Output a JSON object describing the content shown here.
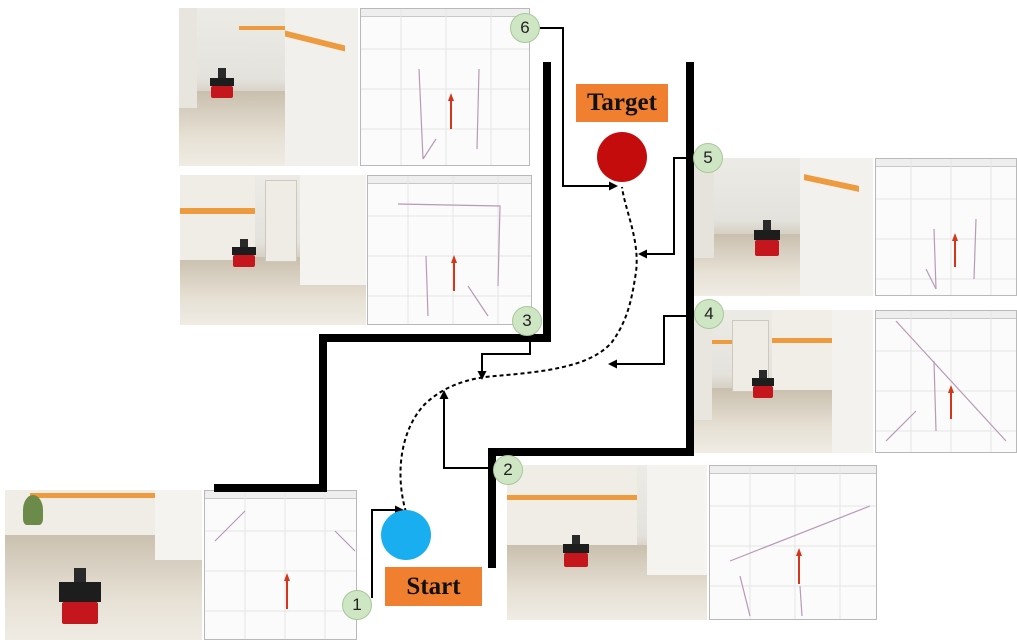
{
  "labels": {
    "start": "Start",
    "target": "Target"
  },
  "waypoints": [
    "1",
    "2",
    "3",
    "4",
    "5",
    "6"
  ],
  "colors": {
    "start_marker": "#18aef0",
    "target_marker": "#c40c0c",
    "label_box": "#f08030",
    "badge": "#cfe6c4",
    "wall_stripe": "#ee9a3f",
    "robot": "#c4161c",
    "rviz_arrow": "#d3361a"
  }
}
